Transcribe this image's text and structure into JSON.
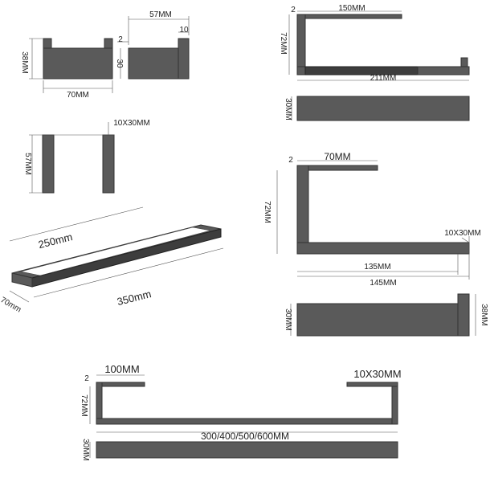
{
  "colors": {
    "metal": "#5a5a5a",
    "metal_dark": "#3d3d3d",
    "background": "#ffffff"
  },
  "labels": {
    "d57": "57MM",
    "d10": "10",
    "d2a": "2",
    "d38": "38MM",
    "d30": "30",
    "d70": "70MM",
    "d10x30_a": "10X30MM",
    "d57v": "57MM",
    "d250": "250mm",
    "d350": "350mm",
    "d70s": "70mm",
    "d150": "150MM",
    "d2b": "2",
    "d72a": "72MM",
    "d211": "211MM",
    "d30b": "30MM",
    "d2c": "2",
    "d70b": "70MM",
    "d72b": "72MM",
    "d10x30_b": "10X30MM",
    "d135": "135MM",
    "d145": "145MM",
    "d30c": "30MM",
    "d38b": "38MM",
    "d2d": "2",
    "d100": "100MM",
    "d10x30_c": "10X30MM",
    "d72c": "72MM",
    "d30d": "30MM",
    "d300": "300/400/500/600MM"
  }
}
